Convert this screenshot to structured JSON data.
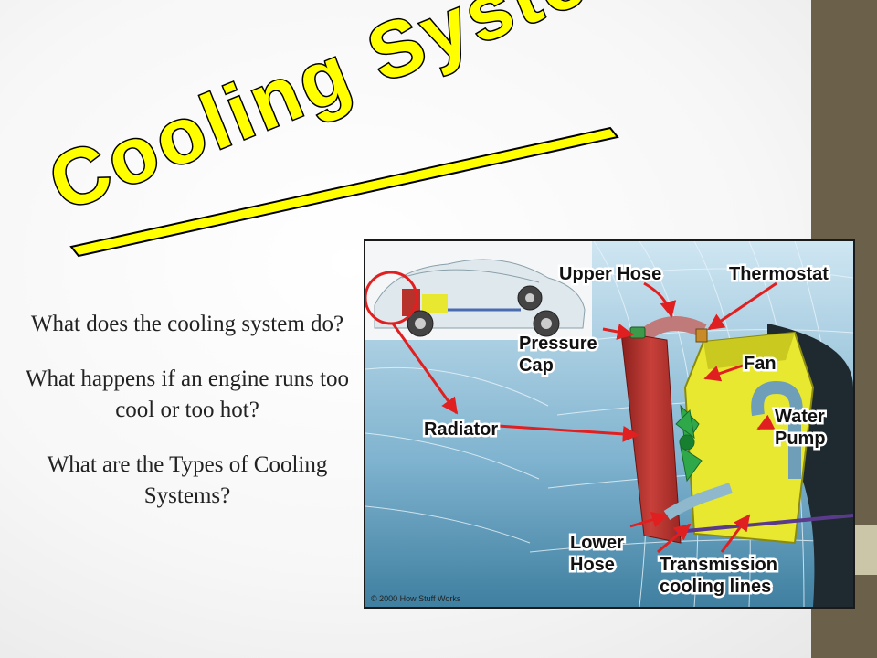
{
  "slide": {
    "title": "Cooling Systems",
    "questions": [
      "What does the cooling system do?",
      "What happens if an engine runs too cool or too hot?",
      "What are the Types of Cooling Systems?"
    ]
  },
  "diagram": {
    "labels": {
      "upper_hose": "Upper Hose",
      "thermostat": "Thermostat",
      "pressure_cap_1": "Pressure",
      "pressure_cap_2": "Cap",
      "fan": "Fan",
      "water_pump_1": "Water",
      "water_pump_2": "Pump",
      "radiator": "Radiator",
      "lower_hose_1": "Lower",
      "lower_hose_2": "Hose",
      "transmission_1": "Transmission",
      "transmission_2": "cooling lines"
    },
    "copyright": "© 2000 How Stuff Works"
  },
  "colors": {
    "title_fill": "#ffff00",
    "sidebar": "#6b604a",
    "sidebar_notch": "#ccc6a8",
    "arrow": "#e02020",
    "radiator": "#b8322c",
    "engine": "#e8e830"
  }
}
